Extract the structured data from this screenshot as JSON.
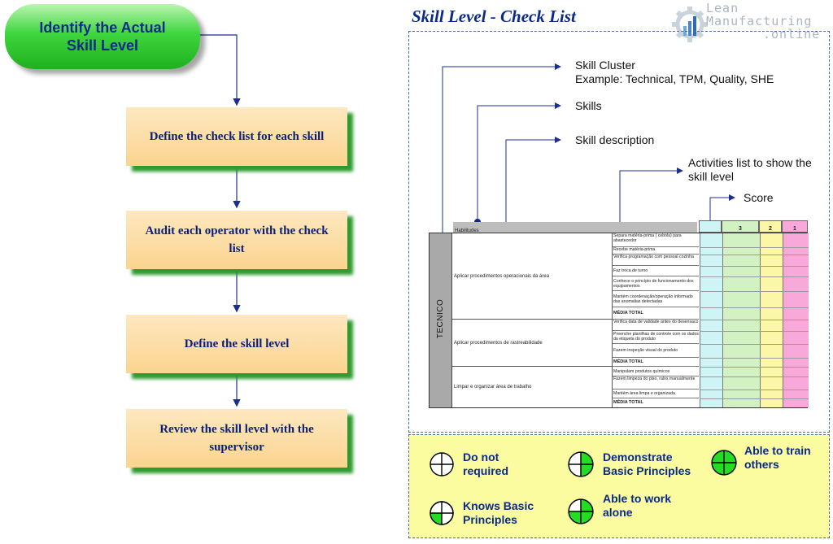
{
  "flow": {
    "start": "Identify the Actual Skill Level",
    "steps": [
      "Define the check list for each skill",
      "Audit each operator with the check list",
      "Define the skill level",
      "Review the skill level with the supervisor"
    ]
  },
  "checklist": {
    "title": "Skill Level - Check List",
    "logo": {
      "line1": "Lean",
      "line2": "Manufacturing",
      "line3": ".online"
    },
    "callouts": {
      "cluster_title": "Skill Cluster",
      "cluster_example": "Example: Technical, TPM, Quality, SHE",
      "skills": "Skills",
      "description": "Skill description",
      "activities_1": "Activities list to show the",
      "activities_2": "skill level",
      "score": "Score"
    },
    "table": {
      "header": "Habilitudes",
      "score_headers": [
        "",
        "3",
        "2",
        "1"
      ],
      "cluster": "TECNICO",
      "groups": [
        "Aplicar procedimentos operacionais da área",
        "Aplicar procedimentos de rastreabilidade",
        "Limpar e organizar área de trabalho"
      ],
      "activities": [
        "Separa matéria-prima ( cebola) para abastecedor",
        "Recebe matéria-prima",
        "Verifica programação com pessoal cozinha",
        "Faz troca de turno",
        "Conhece o princípio de funcionamento dos equipamentos",
        "Mantém coordenação/operação informado das anomalias detectadas",
        "MÉDIA TOTAL",
        "Verifica data de validade antes do desensaco",
        "Preenche planilhas de controle com os dados da etiqueta do produto",
        "Fazem inspeção visual do produto",
        "MÉDIA TOTAL",
        "Manipulam produtos químicos",
        "Fazem limpeza do piso, ralos manualmente",
        "Mantém área limpa e organizada",
        "MÉDIA TOTAL"
      ]
    },
    "legend": {
      "not_required_1": "Do not",
      "not_required_2": "required",
      "knows_1": "Knows Basic",
      "knows_2": "Principles",
      "demonstrate_1": "Demonstrate",
      "demonstrate_2": "Basic Principles",
      "alone_1": "Able to work",
      "alone_2": "alone",
      "train_1": "Able to train",
      "train_2": "others"
    }
  },
  "colors": {
    "title_blue": "#0a2a8a",
    "step_fill": "#fbd48f",
    "step_shadow": "#2e9a2e",
    "start_green": "#3fd63f",
    "score_cyan": "#cff4f6",
    "score_green": "#d3f2c4",
    "score_yellow": "#fbf7a6",
    "score_pink": "#f9a9d9",
    "legend_fill": "#fbfba0",
    "quarter_green": "#22dd22"
  }
}
